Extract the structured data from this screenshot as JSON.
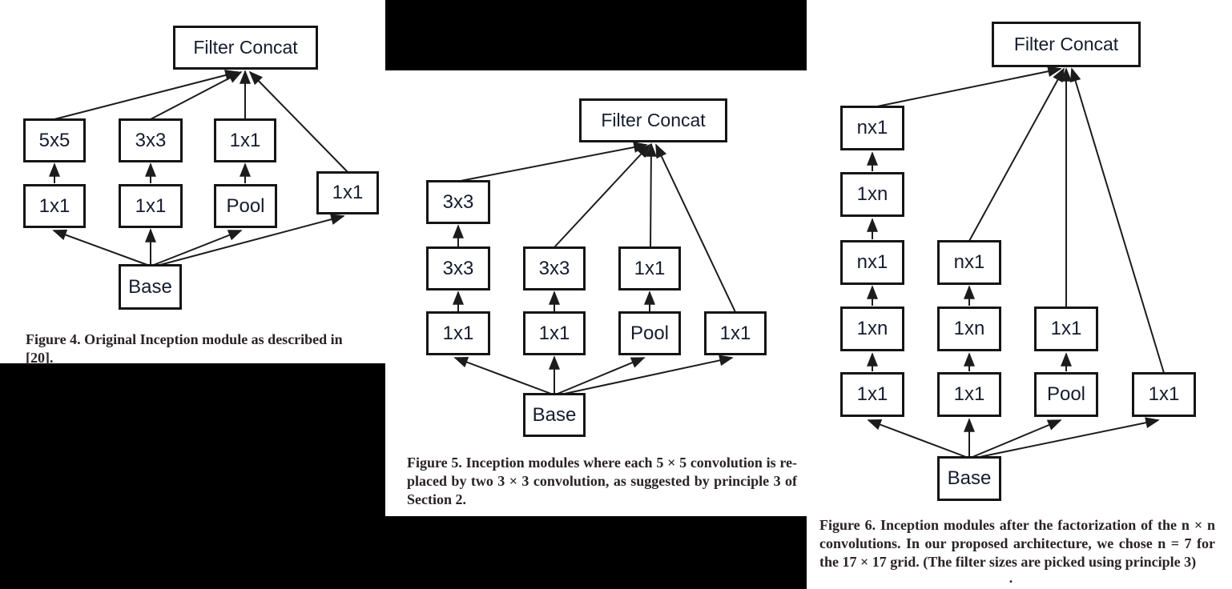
{
  "colors": {
    "background": "#000000",
    "panel": "#ffffff",
    "box_border": "#151515",
    "line": "#1c1c1c",
    "label_text": "#151c2e",
    "caption_text": "#2a2226"
  },
  "fig4": {
    "nodes": {
      "concat": "Filter Concat",
      "conv5x5": "5x5",
      "conv3x3": "3x3",
      "conv1x1_top": "1x1",
      "conv1x1_left": "1x1",
      "conv1x1_mid": "1x1",
      "pool": "Pool",
      "conv1x1_side": "1x1",
      "base": "Base"
    },
    "caption": [
      "Figure 4. Original Inception module as described in [20]."
    ]
  },
  "fig5": {
    "nodes": {
      "concat": "Filter Concat",
      "conv3x3_top": "3x3",
      "conv3x3_a": "3x3",
      "conv3x3_b": "3x3",
      "conv1x1_top": "1x1",
      "conv1x1_a": "1x1",
      "conv1x1_b": "1x1",
      "pool": "Pool",
      "conv1x1_side": "1x1",
      "base": "Base"
    },
    "caption": [
      "Figure 5. Inception modules where each 5 × 5 convolution is re-",
      "placed by two 3 × 3 convolution, as suggested by principle 3 of",
      "Section 2."
    ]
  },
  "fig6": {
    "nodes": {
      "concat": "Filter Concat",
      "c1_nx1_top": "nx1",
      "c1_1xn_a": "1xn",
      "c1_nx1_b": "nx1",
      "c1_1xn_b": "1xn",
      "c1_1x1": "1x1",
      "c2_nx1": "nx1",
      "c2_1xn": "1xn",
      "c2_1x1": "1x1",
      "c3_1x1": "1x1",
      "c3_pool": "Pool",
      "c4_1x1": "1x1",
      "base": "Base",
      "trailing_dot": "."
    },
    "caption": [
      "Figure 6. Inception modules after the factorization of the n × n",
      "convolutions.  In our proposed architecture, we chose n = 7 for",
      "the 17 × 17 grid. (The filter sizes are picked using principle 3)"
    ]
  }
}
